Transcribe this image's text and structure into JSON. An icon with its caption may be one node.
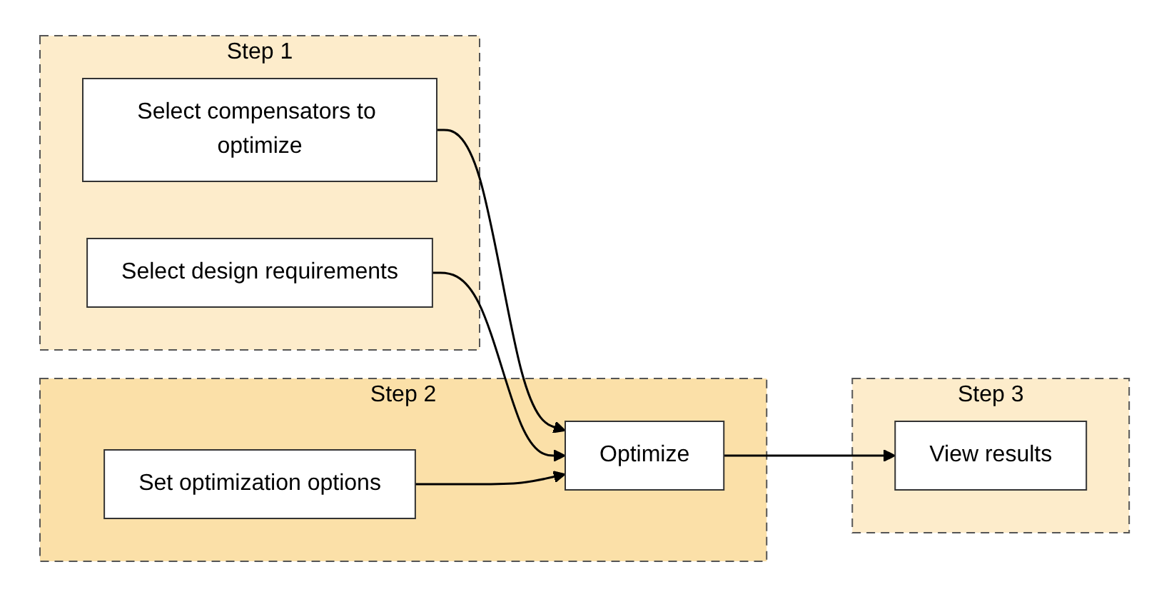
{
  "diagram": {
    "nodes": [
      {
        "text": [
          "Step 1"
        ]
      },
      {
        "text": [
          "Select compensators to optimize"
        ],
        "in": 0
      },
      {
        "text": [
          "Select design requirements"
        ],
        "in": 0
      },
      {
        "text": [
          "Step 2"
        ]
      },
      {
        "text": [
          "Set optimization options"
        ],
        "in": 3
      },
      {
        "text": [
          "Optimize"
        ],
        "in": 3
      },
      {
        "text": [
          "Step 3"
        ]
      },
      {
        "text": [
          "View results"
        ],
        "in": 6
      }
    ],
    "edges": [
      {
        "from": 1,
        "to": 5,
        "arrow": "to"
      },
      {
        "from": 2,
        "to": 5,
        "arrow": "to"
      },
      {
        "from": 4,
        "to": 5,
        "arrow": "to"
      },
      {
        "from": 5,
        "to": 7,
        "arrow": "to"
      }
    ]
  }
}
